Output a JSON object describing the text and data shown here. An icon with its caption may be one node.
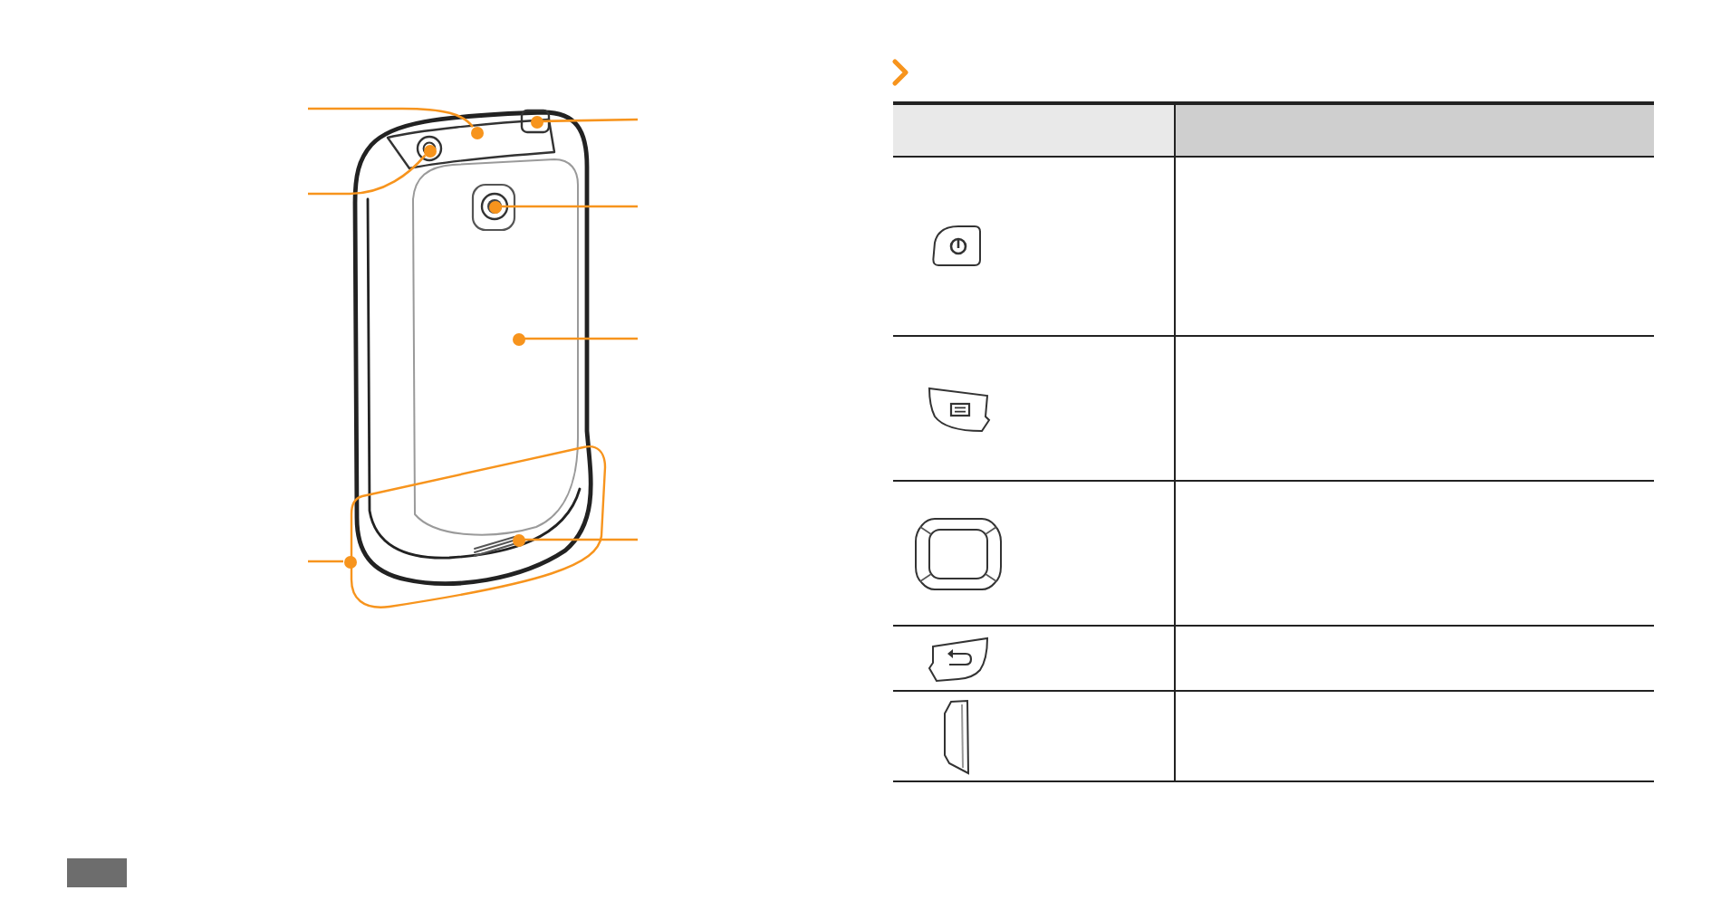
{
  "diagram": {
    "nodes": [
      {
        "text": [],
        "shape": "circle"
      },
      {
        "text": [],
        "shape": "circle"
      },
      {
        "text": [],
        "shape": "circle"
      },
      {
        "text": [],
        "shape": "circle"
      },
      {
        "text": [],
        "shape": "circle"
      },
      {
        "text": [],
        "shape": "circle"
      },
      {
        "text": [],
        "shape": "circle"
      }
    ],
    "edges": [
      {
        "from": null,
        "to": 0,
        "arrow": "none"
      },
      {
        "from": null,
        "to": 1,
        "arrow": "none"
      },
      {
        "from": null,
        "to": 2,
        "arrow": "none"
      },
      {
        "from": null,
        "to": 3,
        "arrow": "none"
      },
      {
        "from": null,
        "to": 4,
        "arrow": "none"
      },
      {
        "from": null,
        "to": 5,
        "arrow": "none"
      },
      {
        "from": null,
        "to": 6,
        "arrow": "none"
      }
    ]
  }
}
